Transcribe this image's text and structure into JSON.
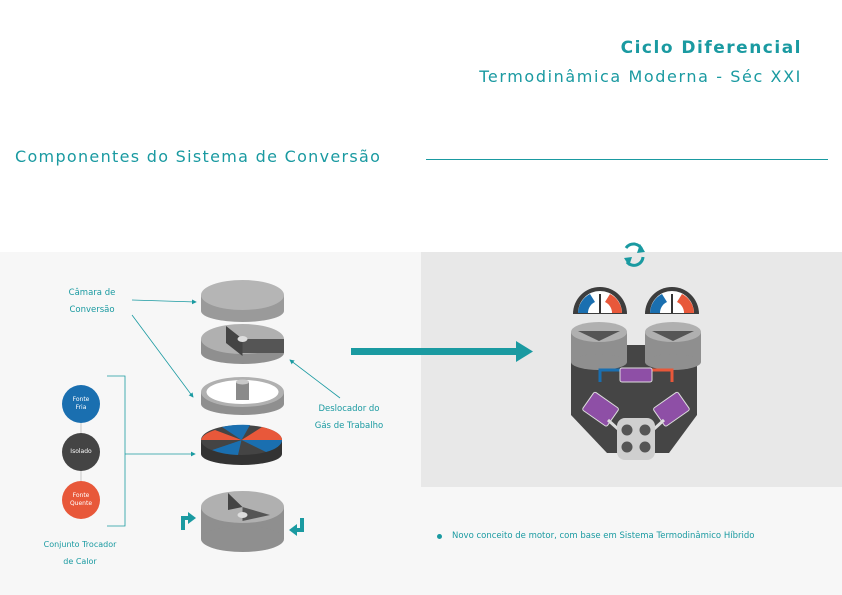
{
  "header": {
    "title": "Ciclo Diferencial",
    "subtitle": "Termodinâmica Moderna - Séc XXI"
  },
  "section": {
    "title": "Componentes do Sistema de Conversão"
  },
  "labels": {
    "camara_line1": "Câmara de",
    "camara_line2": "Conversão",
    "deslocador_line1": "Deslocador do",
    "deslocador_line2": "Gás de Trabalho",
    "conjunto_line1": "Conjunto Trocador",
    "conjunto_line2": "de Calor"
  },
  "sources": {
    "fria_line1": "Fonte",
    "fria_line2": "Fria",
    "isolado": "Isolado",
    "quente_line1": "Fonte",
    "quente_line2": "Quente"
  },
  "bullet": {
    "text": "Novo conceito de motor, com base em Sistema Termodinâmico Híbrido"
  },
  "colors": {
    "accent": "#1a9aa1",
    "cold": "#1a6fb0",
    "hot": "#e8583a",
    "dark": "#444444",
    "purple": "#8e4fa6"
  },
  "icons": {
    "cycle": "recycle-arrows-icon",
    "rotate_left": "rotate-left-icon",
    "rotate_right": "rotate-right-icon",
    "gauge": "temperature-gauge-icon"
  }
}
